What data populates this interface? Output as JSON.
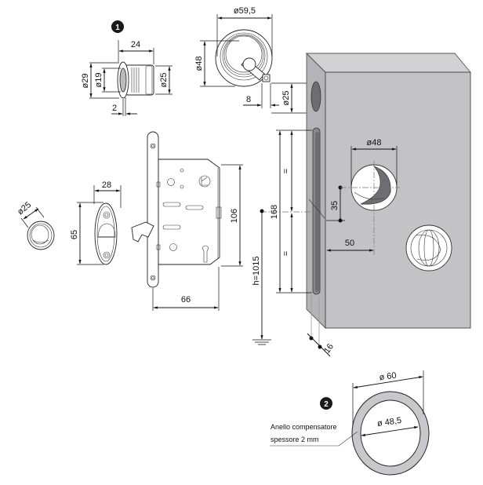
{
  "drawing": {
    "badges": {
      "one": "1",
      "two": "2"
    },
    "handle_insert": {
      "length": "24",
      "outer_diameter": "ø29",
      "inner_diameter": "ø19",
      "body_diameter": "ø25",
      "flange": "2"
    },
    "rosette": {
      "outer_diameter": "ø59,5",
      "inner_diameter": "ø48",
      "spindle": "8",
      "bolt_diameter": "ø25"
    },
    "strike": {
      "width": "28",
      "height": "65",
      "cup_diameter": "ø25"
    },
    "lock_body": {
      "height": "106",
      "depth": "66"
    },
    "door": {
      "slot_length": "168",
      "equal_top": "=",
      "equal_bottom": "=",
      "height_from_floor": "h=1015",
      "hole_diameter": "ø48",
      "offset_vertical": "35",
      "backset": "50",
      "thickness": "16"
    },
    "ring": {
      "outer_diameter": "ø 60",
      "inner_diameter": "ø 48,5",
      "note_line1": "Anello compensatore",
      "note_line2": "spessore 2 mm"
    },
    "colors": {
      "door_face": "#c3c3c6",
      "door_side": "#b4b4b8",
      "door_top": "#d2d2d5",
      "hole_dark": "#6e6e72",
      "ring_fill": "#c8c8cc",
      "badge": "#1a1a1a"
    }
  }
}
